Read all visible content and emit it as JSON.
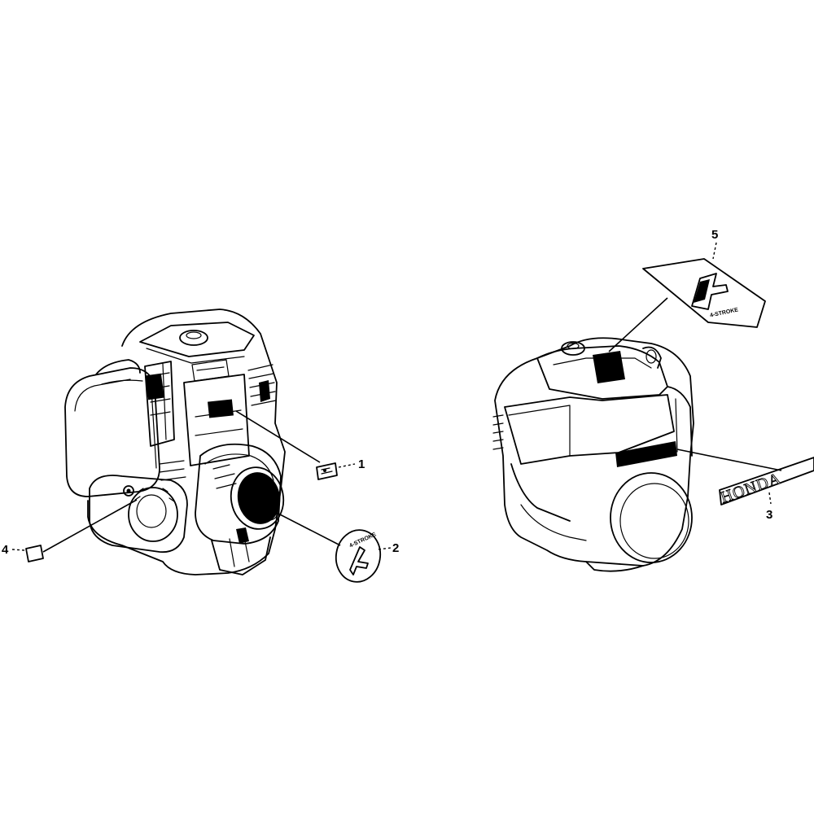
{
  "callouts": {
    "c1": "1",
    "c2": "2",
    "c3": "3",
    "c4": "4",
    "c5": "5"
  },
  "decals": {
    "honda_logo_text": "HONDA",
    "four_stroke_label_text": "4-STROKE",
    "four_stroke_numeral": "4"
  }
}
